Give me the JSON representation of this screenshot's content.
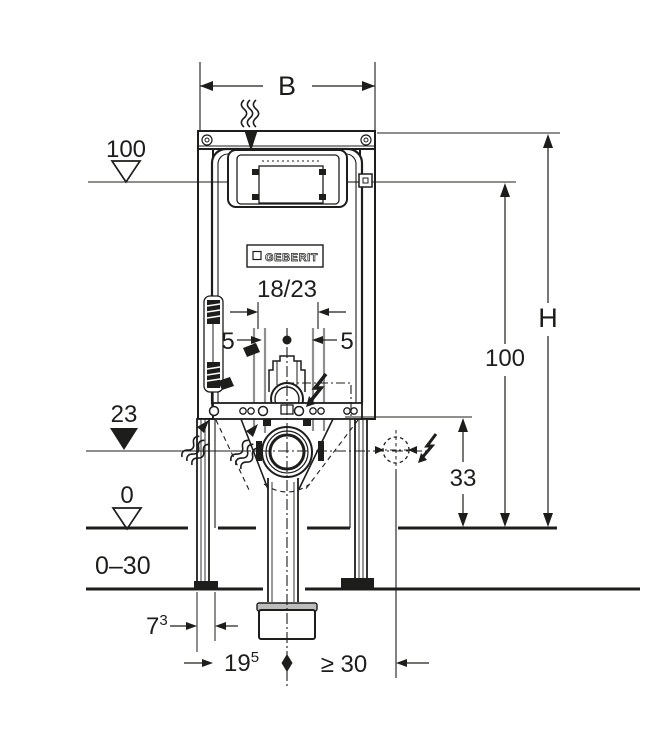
{
  "drawing": {
    "type": "installation-element-dimension-drawing",
    "brand_logo": "GEBERIT",
    "dimensions": {
      "width_label": "B",
      "height_label": "H",
      "top_connection_level": "100",
      "element_height_right": "100",
      "flush_pipe_inset": "18/23",
      "pipe_offset_left": "5",
      "pipe_offset_right": "5",
      "water_supply_level": "23",
      "outlet_rail_height": "33",
      "finished_floor_level": "0",
      "floor_adjustment_range": "0–30",
      "front_offset_value": "7",
      "front_offset_footnote": "3",
      "outlet_offset_value": "19",
      "outlet_offset_footnote": "5",
      "side_clearance": "≥ 30"
    }
  },
  "colors": {
    "ink": "#1d1d1b",
    "pipe_gray": "#8f8f8f",
    "background": "#ffffff"
  }
}
